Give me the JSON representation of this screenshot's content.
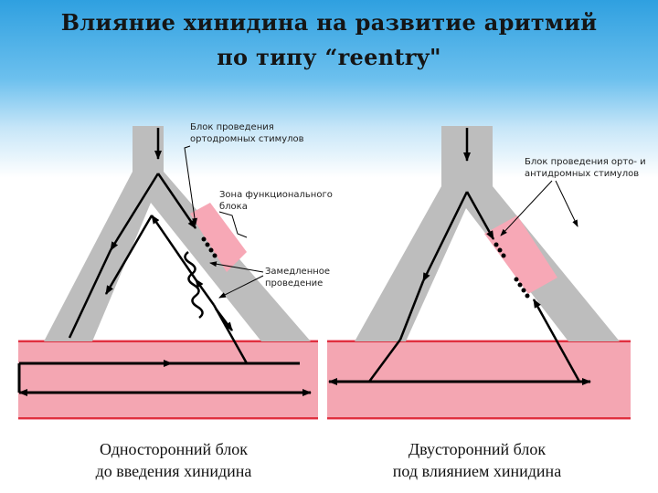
{
  "slide": {
    "title_line1": "Влияние хинидина  на развитие аритмий",
    "title_line2": "по типу “reentry\""
  },
  "left_panel": {
    "label_block_line1": "Блок проведения",
    "label_block_line2": "ортодромных стимулов",
    "label_zone_line1": "Зона функционального",
    "label_zone_line2": "блока",
    "label_slow_line1": "Замедленное",
    "label_slow_line2": "проведение",
    "caption_line1": "Односторонний блок",
    "caption_line2": "до введения хинидина"
  },
  "right_panel": {
    "label_block_line1": "Блок проведения орто- и",
    "label_block_line2": "антидромных стимулов",
    "caption_line1": "Двусторонний блок",
    "caption_line2": "под влиянием хинидина"
  },
  "colors": {
    "fiber": "#bdbdbd",
    "muscle": "#f4a6b2",
    "muscle_border": "#e0303f",
    "block_zone": "#f7a8b6",
    "arrow": "#000000"
  }
}
